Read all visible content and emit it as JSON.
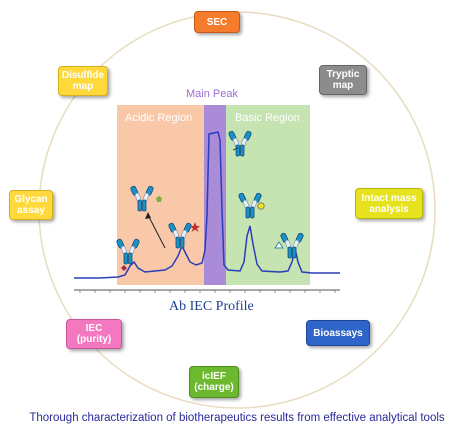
{
  "nodes": {
    "sec": "SEC",
    "tryptic_map": [
      "Tryptic",
      "map"
    ],
    "intact_mass": [
      "Intact mass",
      "analysis"
    ],
    "bioassays": "Bioassays",
    "icief": [
      "icIEF",
      "(charge)"
    ],
    "iec": [
      "IEC",
      "(purity)"
    ],
    "glycan": [
      "Glycan",
      "assay"
    ],
    "disulfide": [
      "Disulfide",
      "map"
    ]
  },
  "profile": {
    "main_peak_label": "Main Peak",
    "acidic_label": "Acidic Region",
    "basic_label": "Basic Region",
    "title": "Ab IEC Profile"
  },
  "caption": "Thorough characterization of biotherapeutics results from effective analytical tools",
  "colors": {
    "circle": "#e8dcc0",
    "sec": "#f47c2c",
    "tryptic": "#8c8c8c",
    "intact": "#e6e31e",
    "bioassays": "#2f64c8",
    "icief": "#6cb82e",
    "iec": "#f478c0",
    "glycan": "#ffd93b",
    "disulfide": "#ffd93b",
    "acidic_region": "#f8c8a8",
    "main_region": "#a98bd8",
    "basic_region": "#c6e3b2",
    "trace": "#2a3eb8",
    "antibody": "#1e90c8"
  },
  "icons": [
    "antibody-icon",
    "modification-diamond",
    "modification-star",
    "modification-circle",
    "modification-triangle",
    "modification-pentagon"
  ]
}
